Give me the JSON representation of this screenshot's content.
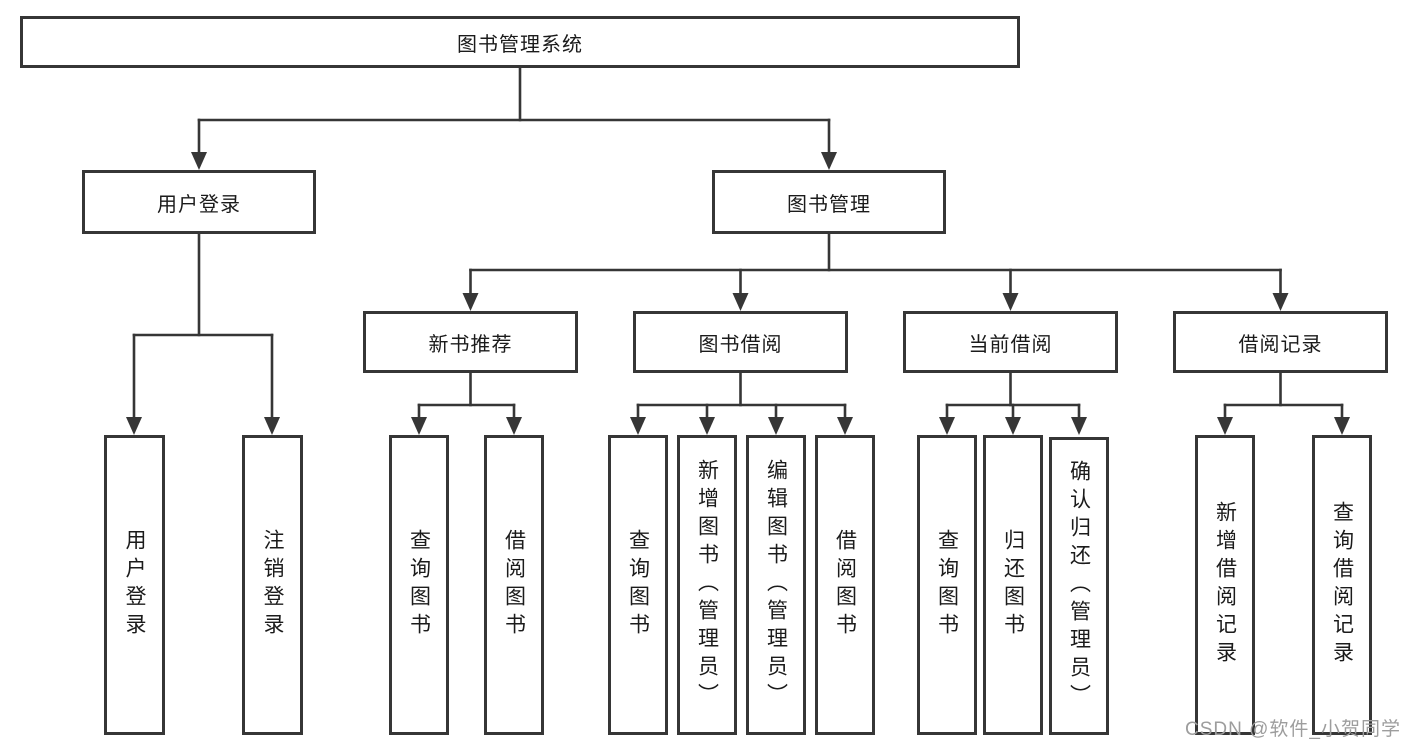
{
  "watermark": "CSDN @软件_小贺同学",
  "colors": {
    "line": "#363636",
    "box_border": "#363636",
    "text": "#1b1b1b",
    "watermark": "#9d9d9d",
    "background": "#ffffff"
  },
  "tree": {
    "root": {
      "label": "图书管理系统",
      "children": [
        {
          "label": "用户登录",
          "children": [
            {
              "label": "用户登录"
            },
            {
              "label": "注销登录"
            }
          ]
        },
        {
          "label": "图书管理",
          "children": [
            {
              "label": "新书推荐",
              "children": [
                {
                  "label": "查询图书"
                },
                {
                  "label": "借阅图书"
                }
              ]
            },
            {
              "label": "图书借阅",
              "children": [
                {
                  "label": "查询图书"
                },
                {
                  "label": "新增图书（管理员）"
                },
                {
                  "label": "编辑图书（管理员）"
                },
                {
                  "label": "借阅图书"
                }
              ]
            },
            {
              "label": "当前借阅",
              "children": [
                {
                  "label": "查询图书"
                },
                {
                  "label": "归还图书"
                },
                {
                  "label": "确认归还（管理员）"
                }
              ]
            },
            {
              "label": "借阅记录",
              "children": [
                {
                  "label": "新增借阅记录"
                },
                {
                  "label": "查询借阅记录"
                }
              ]
            }
          ]
        }
      ]
    }
  }
}
